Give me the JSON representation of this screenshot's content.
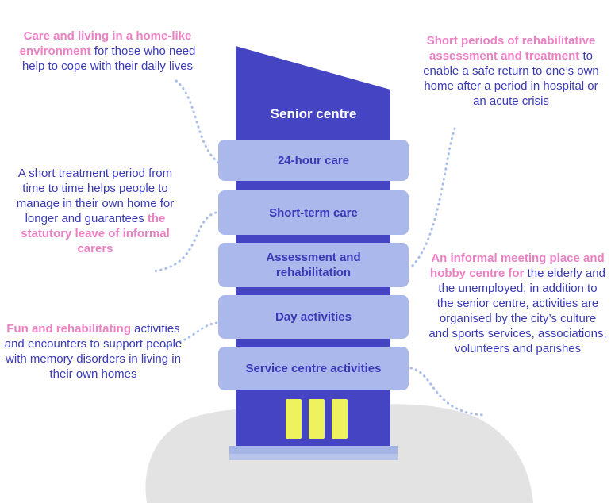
{
  "colors": {
    "tower": "#4545c4",
    "floor": "#aab8ec",
    "text": "#3a3ab8",
    "highlight": "#ec80c4",
    "window": "#eef25e",
    "ground": "#e3e3e3",
    "base": "#a4b4e4",
    "connector": "#a9bde9"
  },
  "building": {
    "title": "Senior centre",
    "floors": [
      {
        "label": "24-hour care"
      },
      {
        "label": "Short-term care"
      },
      {
        "label": "Assessment and rehabilitation"
      },
      {
        "label": "Day activities"
      },
      {
        "label": "Service centre activities"
      }
    ],
    "window_icon": "window-icon"
  },
  "notes": {
    "twenty_four_hour": {
      "highlight": "Care and living in a home-like environment",
      "text": " for those who need help to cope with their daily lives"
    },
    "short_term": {
      "text": "A short treatment period from time to time helps people to manage in their own home for longer and guarantees ",
      "highlight": "the statutory leave of informal carers"
    },
    "day_activities": {
      "highlight": "Fun and rehabilitating",
      "text": " activities and encounters to support people with memory disorders in living in their own homes"
    },
    "assessment": {
      "highlight": "Short periods of rehabilitative assessment and treatment",
      "text": " to enable a safe return to one’s own home after a period in hospital or an acute crisis"
    },
    "service_centre": {
      "highlight": "An informal meeting place and hobby centre for",
      "text": " the elderly and the unemployed; in addition to the senior centre, activities are organised by the city’s culture and sports services, associations, volunteers and parishes"
    }
  }
}
